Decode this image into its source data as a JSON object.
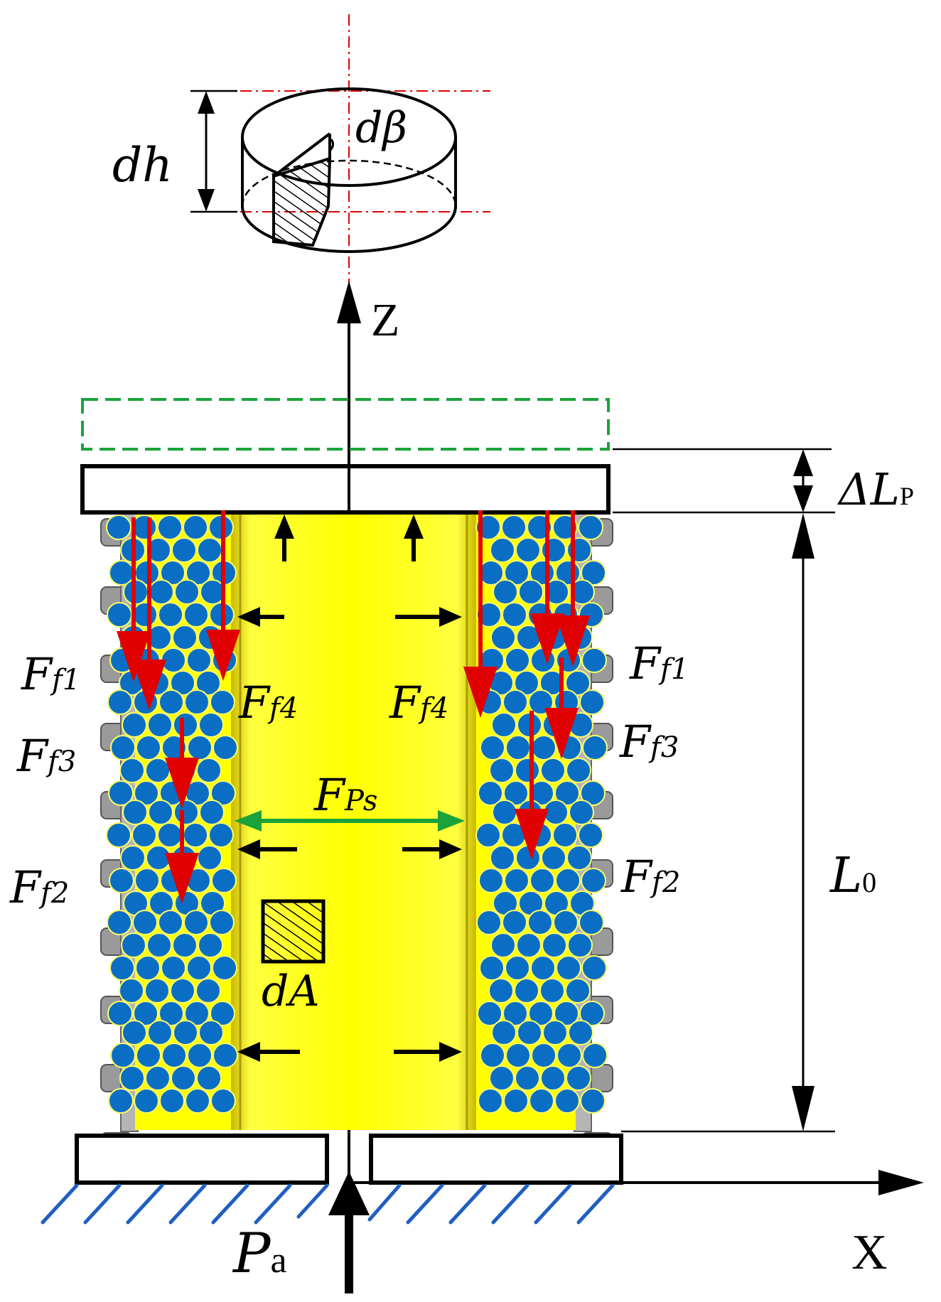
{
  "labels": {
    "dh": "dh",
    "dbeta": "dβ",
    "z_axis": "Z",
    "x_axis": "X",
    "delta_l": "ΔL",
    "delta_l_sub": "P",
    "l0": "L",
    "l0_sub": "0",
    "pa": "P",
    "pa_sub": "a",
    "da": "dA",
    "f": "F",
    "f1_sub": "f1",
    "f2_sub": "f2",
    "f3_sub": "f3",
    "f4_sub": "f4",
    "fps_sub": "Ps"
  },
  "colors": {
    "yellow": "#ffff00",
    "blue_particle": "#0a6fc4",
    "force_red": "#e00000",
    "green_arrow": "#1aa33a",
    "dash_red": "#e00000",
    "ground_blue": "#1f5fc0"
  }
}
